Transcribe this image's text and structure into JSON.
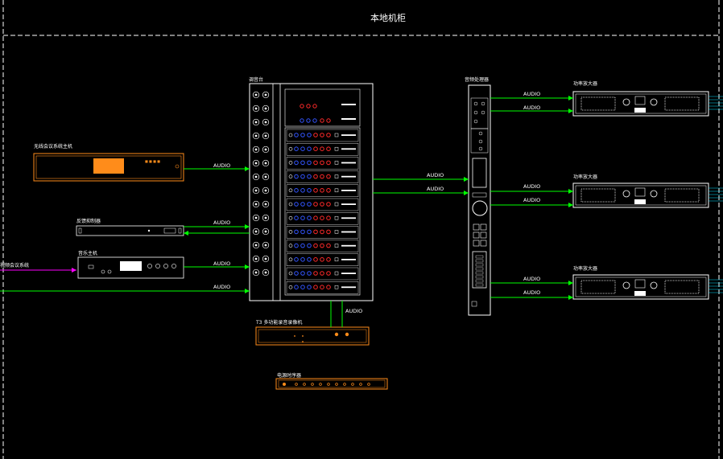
{
  "cabinet": {
    "title": "本地机柜"
  },
  "devices": {
    "wireless_host": {
      "label": "无线会议系统主机",
      "display": "■ ■ ■ ■"
    },
    "feedback_suppressor": {
      "label": "反馈抑制器"
    },
    "player": {
      "label": "音乐主机"
    },
    "mixer": {
      "label": "调音台"
    },
    "processor": {
      "label": "音频处理器"
    },
    "amp_1": {
      "label": "功率放大器"
    },
    "amp_2": {
      "label": "功率放大器"
    },
    "amp_3": {
      "label": "功率放大器"
    },
    "recorder": {
      "label": "T3 多功能录音录像机"
    },
    "power_sequencer": {
      "label": "电源时序器"
    },
    "left_source": {
      "label": "视频会议系统"
    }
  },
  "signal_label": "AUDIO",
  "colors": {
    "background": "#000000",
    "frame": "#ffffff",
    "signal_line": "#00ff00",
    "device_outline": "#ff8c1a",
    "device_fill": "#ff8c1a",
    "magenta_line": "#ff00ff",
    "knob_red": "#ff2a2a",
    "knob_blue": "#3355ff"
  }
}
